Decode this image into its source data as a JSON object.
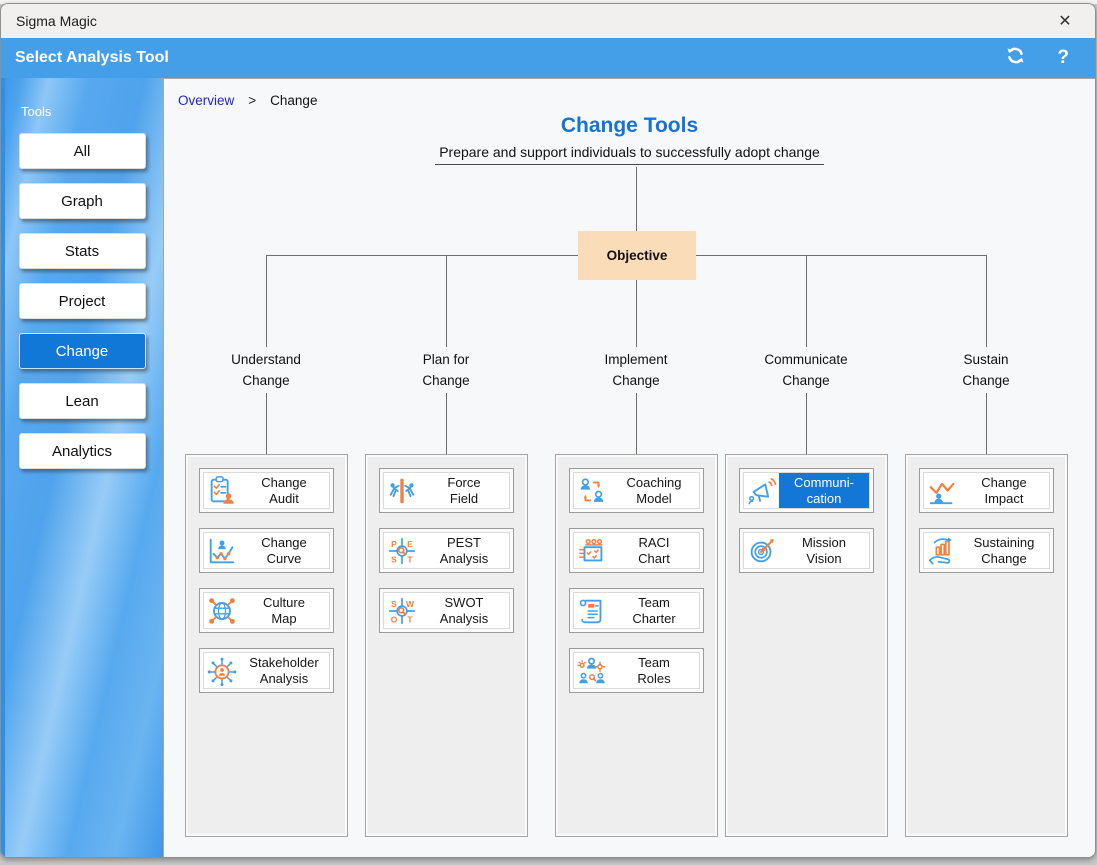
{
  "window": {
    "title": "Sigma Magic",
    "close_icon": "✕"
  },
  "header": {
    "title": "Select Analysis Tool",
    "refresh_icon": "refresh",
    "help_icon": "?"
  },
  "sidebar": {
    "title": "Tools",
    "items": [
      {
        "label": "All",
        "selected": false
      },
      {
        "label": "Graph",
        "selected": false
      },
      {
        "label": "Stats",
        "selected": false
      },
      {
        "label": "Project",
        "selected": false
      },
      {
        "label": "Change",
        "selected": true
      },
      {
        "label": "Lean",
        "selected": false
      },
      {
        "label": "Analytics",
        "selected": false
      }
    ]
  },
  "breadcrumb": {
    "overview": "Overview",
    "separator": ">",
    "current": "Change"
  },
  "main": {
    "title": "Change Tools",
    "subtitle": "Prepare and support individuals to successfully adopt change",
    "objective": "Objective"
  },
  "columns": [
    {
      "label1": "Understand",
      "label2": "Change",
      "tools": [
        {
          "line1": "Change",
          "line2": "Audit",
          "icon": "change-audit-icon",
          "selected": false
        },
        {
          "line1": "Change",
          "line2": "Curve",
          "icon": "change-curve-icon",
          "selected": false
        },
        {
          "line1": "Culture",
          "line2": "Map",
          "icon": "culture-map-icon",
          "selected": false
        },
        {
          "line1": "Stakeholder",
          "line2": "Analysis",
          "icon": "stakeholder-analysis-icon",
          "selected": false
        }
      ]
    },
    {
      "label1": "Plan for",
      "label2": "Change",
      "tools": [
        {
          "line1": "Force",
          "line2": "Field",
          "icon": "force-field-icon",
          "selected": false
        },
        {
          "line1": "PEST",
          "line2": "Analysis",
          "icon": "pest-analysis-icon",
          "letters": [
            "P",
            "E",
            "S",
            "T"
          ],
          "selected": false
        },
        {
          "line1": "SWOT",
          "line2": "Analysis",
          "icon": "swot-analysis-icon",
          "letters": [
            "S",
            "W",
            "O",
            "T"
          ],
          "selected": false
        }
      ]
    },
    {
      "label1": "Implement",
      "label2": "Change",
      "tools": [
        {
          "line1": "Coaching",
          "line2": "Model",
          "icon": "coaching-model-icon",
          "selected": false
        },
        {
          "line1": "RACI",
          "line2": "Chart",
          "icon": "raci-chart-icon",
          "selected": false
        },
        {
          "line1": "Team",
          "line2": "Charter",
          "icon": "team-charter-icon",
          "selected": false
        },
        {
          "line1": "Team",
          "line2": "Roles",
          "icon": "team-roles-icon",
          "selected": false
        }
      ]
    },
    {
      "label1": "Communicate",
      "label2": "Change",
      "tools": [
        {
          "line1": "Communi-",
          "line2": "cation",
          "icon": "communication-icon",
          "selected": true
        },
        {
          "line1": "Mission",
          "line2": "Vision",
          "icon": "mission-vision-icon",
          "selected": false
        }
      ]
    },
    {
      "label1": "Sustain",
      "label2": "Change",
      "tools": [
        {
          "line1": "Change",
          "line2": "Impact",
          "icon": "change-impact-icon",
          "selected": false
        },
        {
          "line1": "Sustaining",
          "line2": "Change",
          "icon": "sustaining-change-icon",
          "selected": false
        }
      ]
    }
  ],
  "colors": {
    "header_blue": "#459fe8",
    "selected_blue": "#1278d7",
    "title_blue": "#1673d2",
    "link_blue": "#2323cf",
    "objective_fill": "#fbdcb8",
    "icon_blue": "#41a0e8",
    "icon_orange": "#f0813f",
    "connector_gray": "#6e6e6e"
  }
}
